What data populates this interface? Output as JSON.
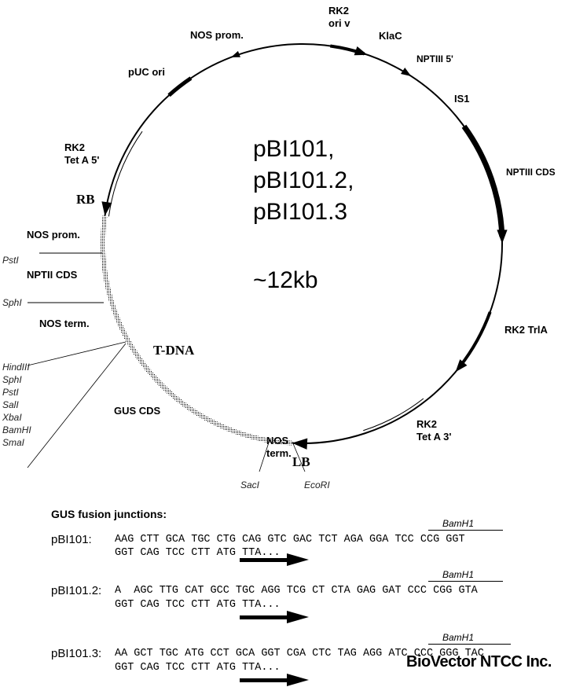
{
  "title_lines": [
    "pBI101,",
    "pBI101.2,",
    "pBI101.3"
  ],
  "size": "~12kb",
  "features": {
    "rk2_ori": "RK2",
    "ori_v": "ori v",
    "klac": "KlaC",
    "nptiii5": "NPTIII 5'",
    "is1": "IS1",
    "nptiii_cds": "NPTIII CDS",
    "rk2_trla": "RK2 TrlA",
    "rk2_teta3_a": "RK2",
    "rk2_teta3_b": "Tet A 3'",
    "lb": "LB",
    "nos_term_a": "NOS",
    "nos_term_b": "term.",
    "saci": "SacI",
    "ecori": "EcoRI",
    "gus_cds": "GUS CDS",
    "tdna": "T-DNA",
    "nos_term_left": "NOS term.",
    "nptii_cds": "NPTII CDS",
    "nos_prom_left": "NOS prom.",
    "rb": "RB",
    "rk2_teta5_a": "RK2",
    "rk2_teta5_b": "Tet A 5'",
    "puc_ori": "pUC ori",
    "nos_prom_top": "NOS prom.",
    "psti": "PstI",
    "sphi": "SphI"
  },
  "mcs_sites": [
    "HindIII",
    "SphI",
    "PstI",
    "SalI",
    "XbaI",
    "BamHI",
    "SmaI"
  ],
  "junctions": {
    "heading": "GUS fusion junctions:",
    "site_label": "BamH1",
    "rows": [
      {
        "name": "pBI101:",
        "line1": "AAG CTT GCA TGC CTG CAG GTC GAC TCT AGA GGA TCC CCG GGT",
        "line2": "GGT CAG TCC CTT ATG TTA..."
      },
      {
        "name": "pBI101.2:",
        "line1": "A  AGC TTG CAT GCC TGC AGG TCG CT CTA GAG GAT CCC CGG GTA",
        "line2": "GGT CAG TCC CTT ATG TTA..."
      },
      {
        "name": "pBI101.3:",
        "line1": "AA GCT TGC ATG CCT GCA GGT CGA CTC TAG AGG ATC CCC GGG TAC",
        "line2": "GGT CAG TCC CTT ATG TTA..."
      }
    ]
  },
  "brand": "BioVector NTCC Inc."
}
